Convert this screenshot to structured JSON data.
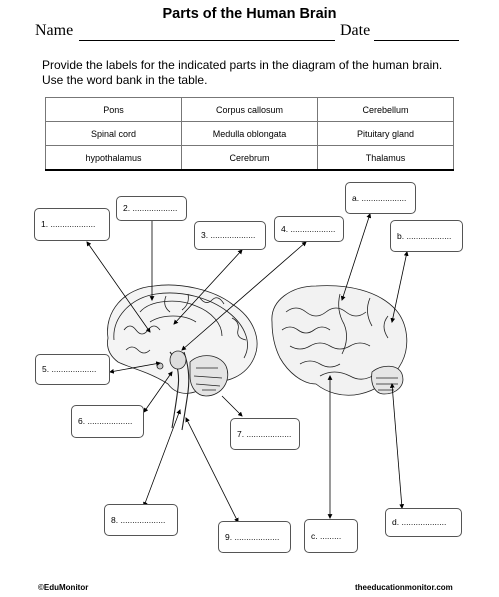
{
  "title": "Parts of the Human Brain",
  "name_label": "Name",
  "date_label": "Date",
  "instructions": "Provide the labels for the indicated parts in the diagram of the human brain. Use the word bank in the table.",
  "word_bank": [
    [
      "Pons",
      "Corpus callosum",
      "Cerebellum"
    ],
    [
      "Spinal cord",
      "Medulla oblongata",
      "Pituitary gland"
    ],
    [
      "hypothalamus",
      "Cerebrum",
      "Thalamus"
    ]
  ],
  "label_boxes": {
    "l1": "1. ...................",
    "l2": "2. ...................",
    "l3": "3. ...................",
    "l4": "4. ...................",
    "l5": "5. ...................",
    "l6": "6. ...................",
    "l7": "7. ...................",
    "l8": "8. ...................",
    "l9": "9. ...................",
    "la": "a. ...................",
    "lb": "b. ...................",
    "lc": "c. .........",
    "ld": "d. ..................."
  },
  "footer_left": "©EduMonitor",
  "footer_right": "theeducationmonitor.com"
}
